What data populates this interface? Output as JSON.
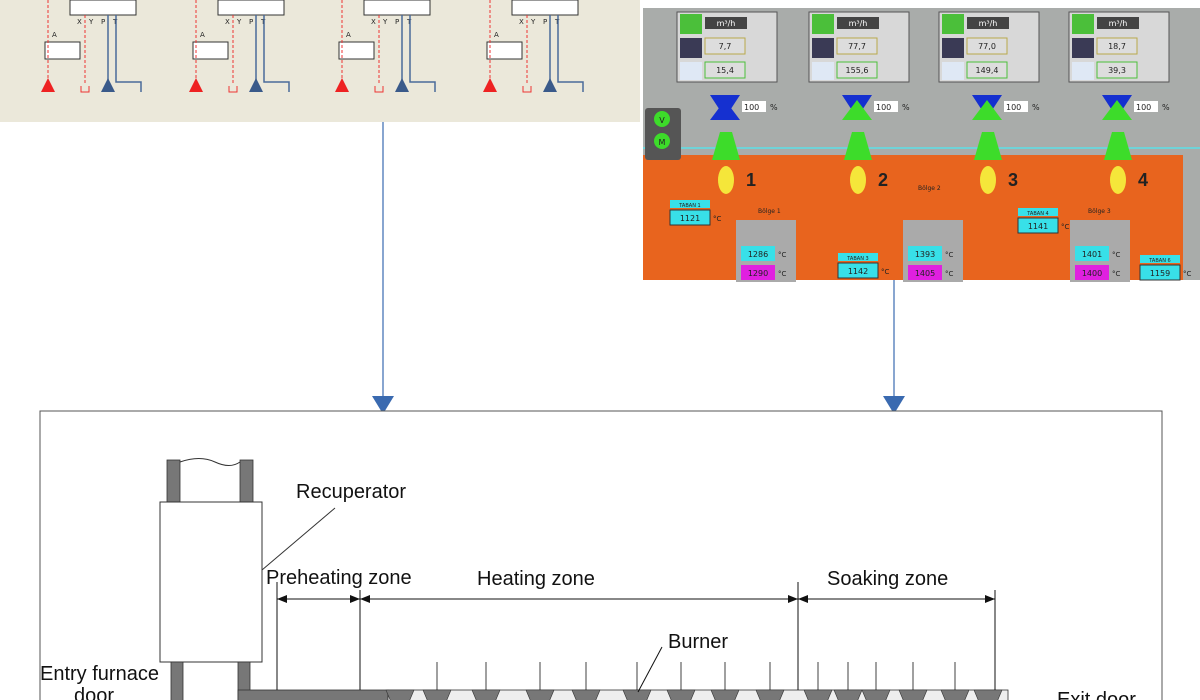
{
  "hydraulic_panel": {
    "port_labels": [
      "X",
      "Y",
      "P",
      "T"
    ],
    "valve_port_labels": [
      "A",
      "P",
      "T"
    ],
    "units": 4
  },
  "scada_panel": {
    "flow_unit": "m³/h",
    "burners": [
      {
        "number": "1",
        "flow_a": "7,7",
        "flow_b": "15,4",
        "percent": "100"
      },
      {
        "number": "2",
        "flow_a": "77,7",
        "flow_b": "155,6",
        "percent": "100"
      },
      {
        "number": "3",
        "flow_a": "77,0",
        "flow_b": "149,4",
        "percent": "100"
      },
      {
        "number": "4",
        "flow_a": "18,7",
        "flow_b": "39,3",
        "percent": "100"
      }
    ],
    "percent_sign": "%",
    "motor_buttons": [
      "V",
      "M"
    ],
    "zone_temps": [
      {
        "label": "TABAN 1",
        "value": "1121"
      },
      {
        "label": "TABAN 3",
        "value": "1142"
      },
      {
        "label": "TABAN 4",
        "value": "1141"
      },
      {
        "label": "TABAN 6",
        "value": "1159"
      }
    ],
    "zone_pairs": [
      {
        "top": "1286",
        "bottom": "1290"
      },
      {
        "top": "1393",
        "bottom": "1405"
      },
      {
        "top": "1401",
        "bottom": "1400"
      }
    ],
    "region_labels": [
      "Bölge 1",
      "Bölge 2",
      "Bölge 3"
    ],
    "temp_unit": "°C",
    "colors": {
      "furnace": "#e8641e",
      "burner": "#3ddc2a",
      "flame": "#f5e63a",
      "display": "#38e0e8",
      "display_alt": "#e020e0"
    }
  },
  "furnace_diagram": {
    "recuperator": "Recuperator",
    "preheating_zone": "Preheating zone",
    "heating_zone": "Heating zone",
    "soaking_zone": "Soaking zone",
    "burner": "Burner",
    "entry_door_line1": "Entry furnace",
    "entry_door_line2": "door",
    "exit_door": "Exit door",
    "arrow_color": "#3a6ab0"
  }
}
